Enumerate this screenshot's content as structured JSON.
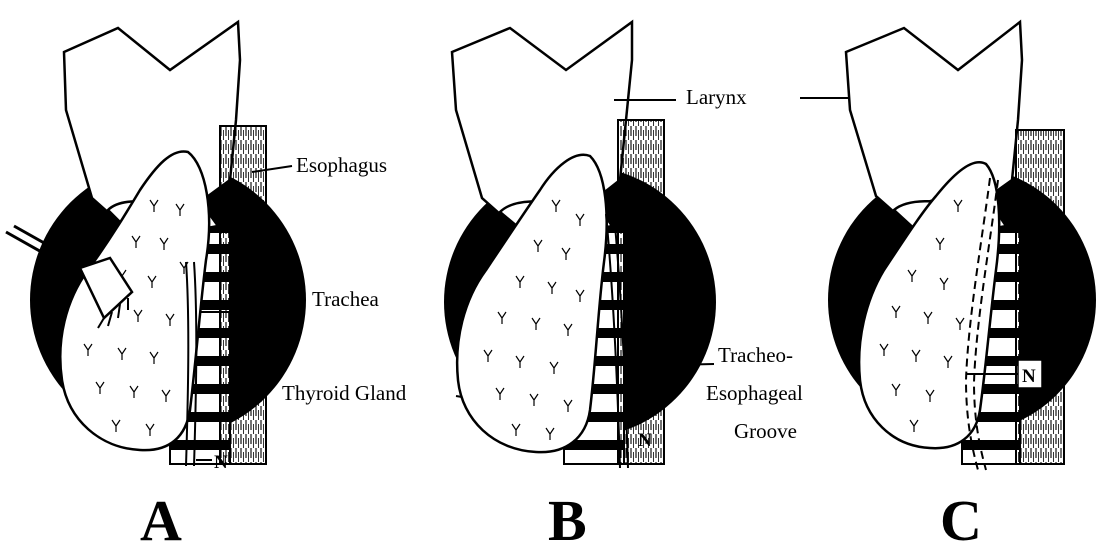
{
  "panels": [
    {
      "id": "A",
      "letter": "A"
    },
    {
      "id": "B",
      "letter": "B"
    },
    {
      "id": "C",
      "letter": "C"
    }
  ],
  "labels": {
    "esophagus": "Esophagus",
    "trachea": "Trachea",
    "thyroid_gland": "Thyroid Gland",
    "larynx": "Larynx",
    "te_groove_line1": "Tracheo-",
    "te_groove_line2": "Esophageal",
    "te_groove_line3": "Groove",
    "nerve": "N"
  },
  "colors": {
    "ink": "#000000",
    "paper": "#ffffff"
  }
}
